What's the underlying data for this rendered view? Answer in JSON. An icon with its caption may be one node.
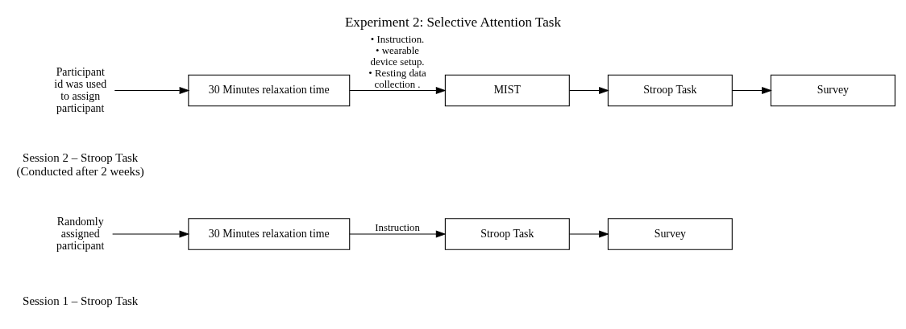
{
  "diagram": {
    "title": "Experiment 2: Selective Attention Task",
    "nodes": [
      {
        "text": [
          "Randomly assigned participant"
        ]
      },
      {
        "text": [
          "30 Minutes relaxation time"
        ]
      },
      {
        "text": [
          "Stroop Task"
        ]
      },
      {
        "text": [
          "Survey"
        ]
      },
      {
        "text": [
          "Participant id was used to assign participant"
        ]
      },
      {
        "text": [
          "30 Minutes relaxation time"
        ]
      },
      {
        "text": [
          "MIST"
        ]
      },
      {
        "text": [
          "Stroop Task"
        ]
      },
      {
        "text": [
          "Survey"
        ]
      }
    ],
    "edges": [
      {
        "from": 0,
        "to": 1,
        "arrow": "to"
      },
      {
        "from": 1,
        "to": 2,
        "arrow": "to",
        "label": "Instruction"
      },
      {
        "from": 2,
        "to": 3,
        "arrow": "to"
      },
      {
        "from": 4,
        "to": 5,
        "arrow": "to"
      },
      {
        "from": 5,
        "to": 6,
        "arrow": "to",
        "label": "• Instruction. • wearable device setup. • Resting data collection ."
      },
      {
        "from": 6,
        "to": 7,
        "arrow": "to"
      },
      {
        "from": 7,
        "to": 8,
        "arrow": "to"
      }
    ],
    "labels": [
      "Session 1 – Stroop Task",
      "Session 2 – Stroop Task (Conducted after 2 weeks)"
    ]
  }
}
